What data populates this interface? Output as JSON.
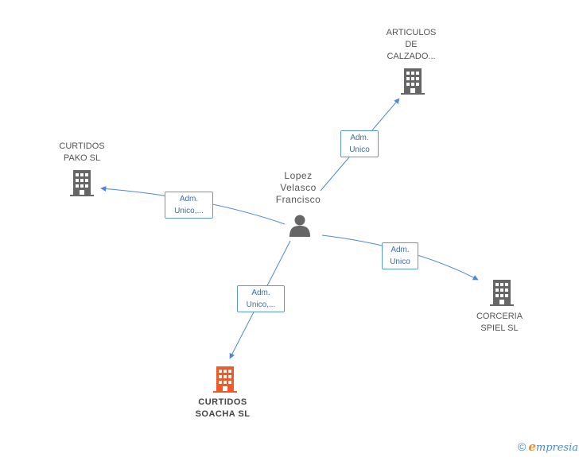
{
  "center": {
    "name_lines": [
      "Lopez",
      "Velasco",
      "Francisco"
    ],
    "icon": "person-icon"
  },
  "companies": {
    "articulos": {
      "lines": [
        "ARTICULOS",
        "DE",
        "CALZADO..."
      ],
      "icon": "building-icon",
      "color": "#666666"
    },
    "curtidos_pako": {
      "lines": [
        "CURTIDOS",
        "PAKO SL"
      ],
      "icon": "building-icon",
      "color": "#666666"
    },
    "corceria": {
      "lines": [
        "CORCERIA",
        "SPIEL SL"
      ],
      "icon": "building-icon",
      "color": "#666666"
    },
    "curtidos_soacha": {
      "lines": [
        "CURTIDOS",
        "SOACHA SL"
      ],
      "icon": "building-icon",
      "color": "#f05a28",
      "highlight": true
    }
  },
  "relations": {
    "articulos": [
      "Adm.",
      "Unico"
    ],
    "curtidos_pako": [
      "Adm.",
      "Unico,..."
    ],
    "corceria": [
      "Adm.",
      "Unico"
    ],
    "curtidos_soacha": [
      "Adm.",
      "Unico,..."
    ]
  },
  "colors": {
    "edge": "#4a8ad4",
    "edge_label_border": "#5b9bd5",
    "building_gray": "#666666",
    "building_orange": "#f05a28"
  },
  "footer": {
    "copyright": "©",
    "brand_initial": "e",
    "brand_rest": "mpresia"
  }
}
